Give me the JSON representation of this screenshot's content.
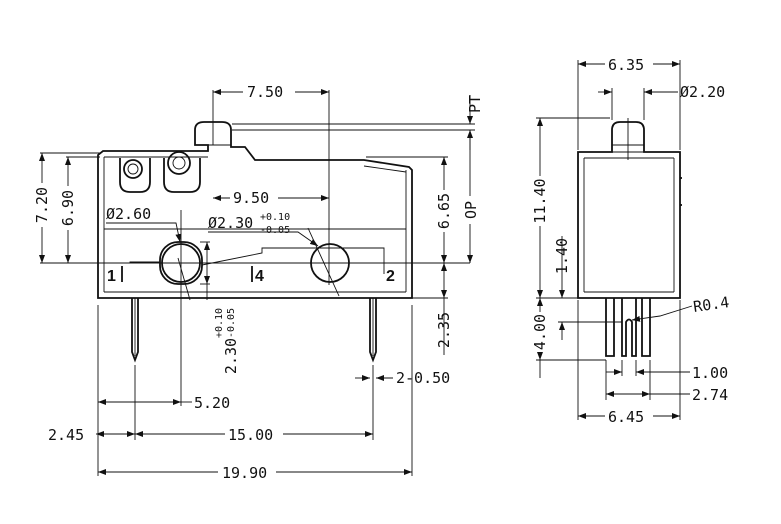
{
  "front_view": {
    "dim_750": "7.50",
    "dim_pt": "PT",
    "dim_720": "7.20",
    "dim_690": "6.90",
    "dim_950": "9.50",
    "dim_260": "Ø2.60",
    "dim_230": "Ø2.30",
    "dim_230_tol_plus": "+0.10",
    "dim_230_tol_minus": "-0.05",
    "dim_665": "6.65",
    "dim_op": "OP",
    "dim_235": "2.35",
    "dim_230_vert": "2.30",
    "dim_230_vert_tol_plus": "+0.10",
    "dim_230_vert_tol_minus": "-0.05",
    "dim_2_050": "2-0.50",
    "dim_520": "5.20",
    "dim_245": "2.45",
    "dim_1500": "15.00",
    "dim_1990": "19.90",
    "terminal_1": "1",
    "terminal_4": "4",
    "terminal_2": "2"
  },
  "side_view": {
    "dim_635": "6.35",
    "dim_220": "Ø2.20",
    "dim_1140": "11.40",
    "dim_140": "1.40",
    "dim_400": "4.00",
    "dim_r04": "R0.4",
    "dim_100": "1.00",
    "dim_274": "2.74",
    "dim_645": "6.45"
  }
}
